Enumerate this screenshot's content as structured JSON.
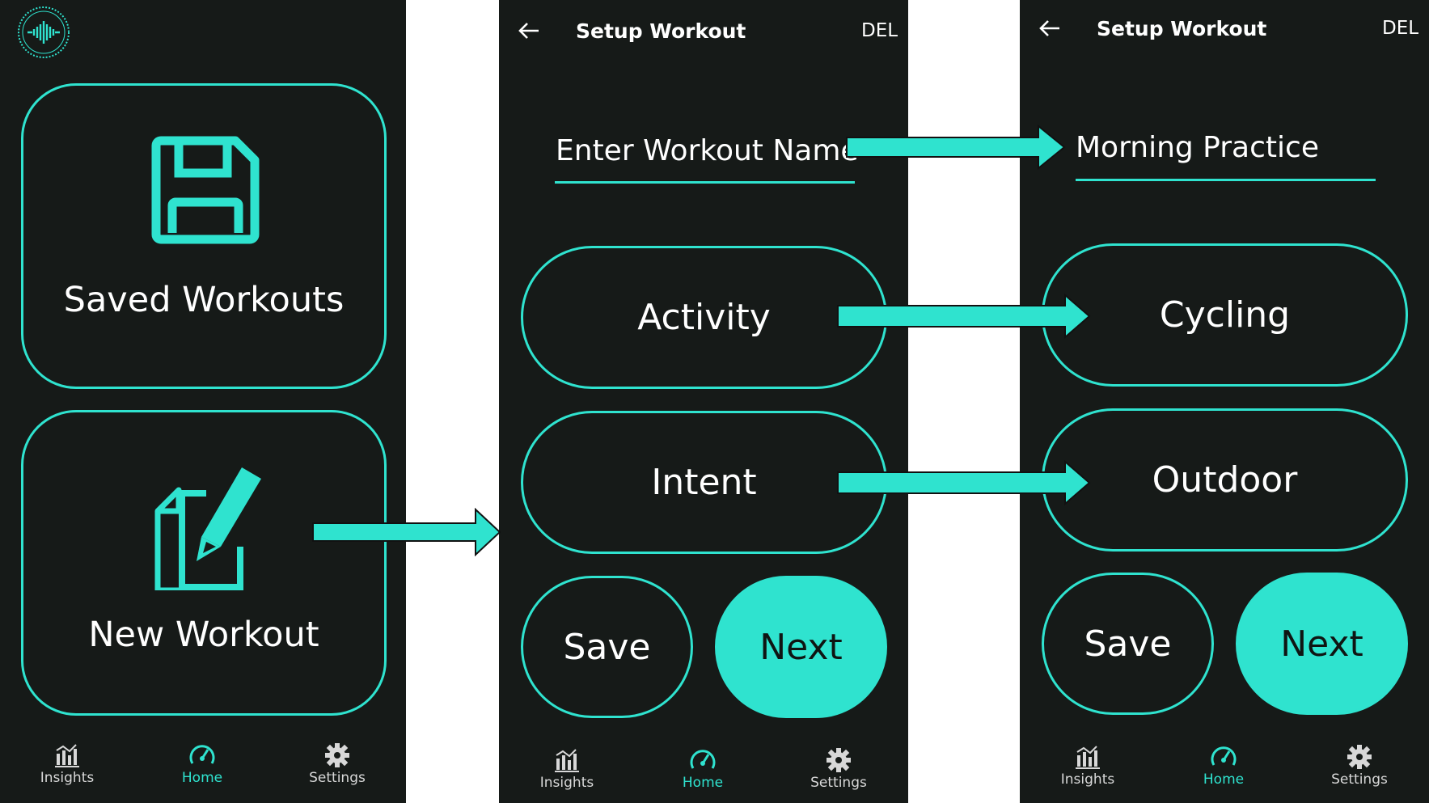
{
  "colors": {
    "accent": "#2fe3cf",
    "background": "#161a18",
    "text": "#ffffff"
  },
  "home": {
    "saved_workouts_label": "Saved Workouts",
    "new_workout_label": "New Workout"
  },
  "setup_empty": {
    "title": "Setup Workout",
    "delete_label": "DEL",
    "name_placeholder": "Enter Workout Name",
    "activity_label": "Activity",
    "intent_label": "Intent",
    "save_label": "Save",
    "next_label": "Next"
  },
  "setup_filled": {
    "title": "Setup Workout",
    "delete_label": "DEL",
    "name_value": "Morning Practice",
    "activity_value": "Cycling",
    "intent_value": "Outdoor",
    "save_label": "Save",
    "next_label": "Next"
  },
  "navbar": {
    "insights_label": "Insights",
    "home_label": "Home",
    "settings_label": "Settings"
  },
  "icons": {
    "logo": "waveform-logo-icon",
    "saved": "floppy-disk-icon",
    "new": "pencil-document-icon",
    "back": "back-arrow-icon",
    "insights": "bar-chart-icon",
    "home": "speedometer-icon",
    "settings": "gear-icon"
  }
}
